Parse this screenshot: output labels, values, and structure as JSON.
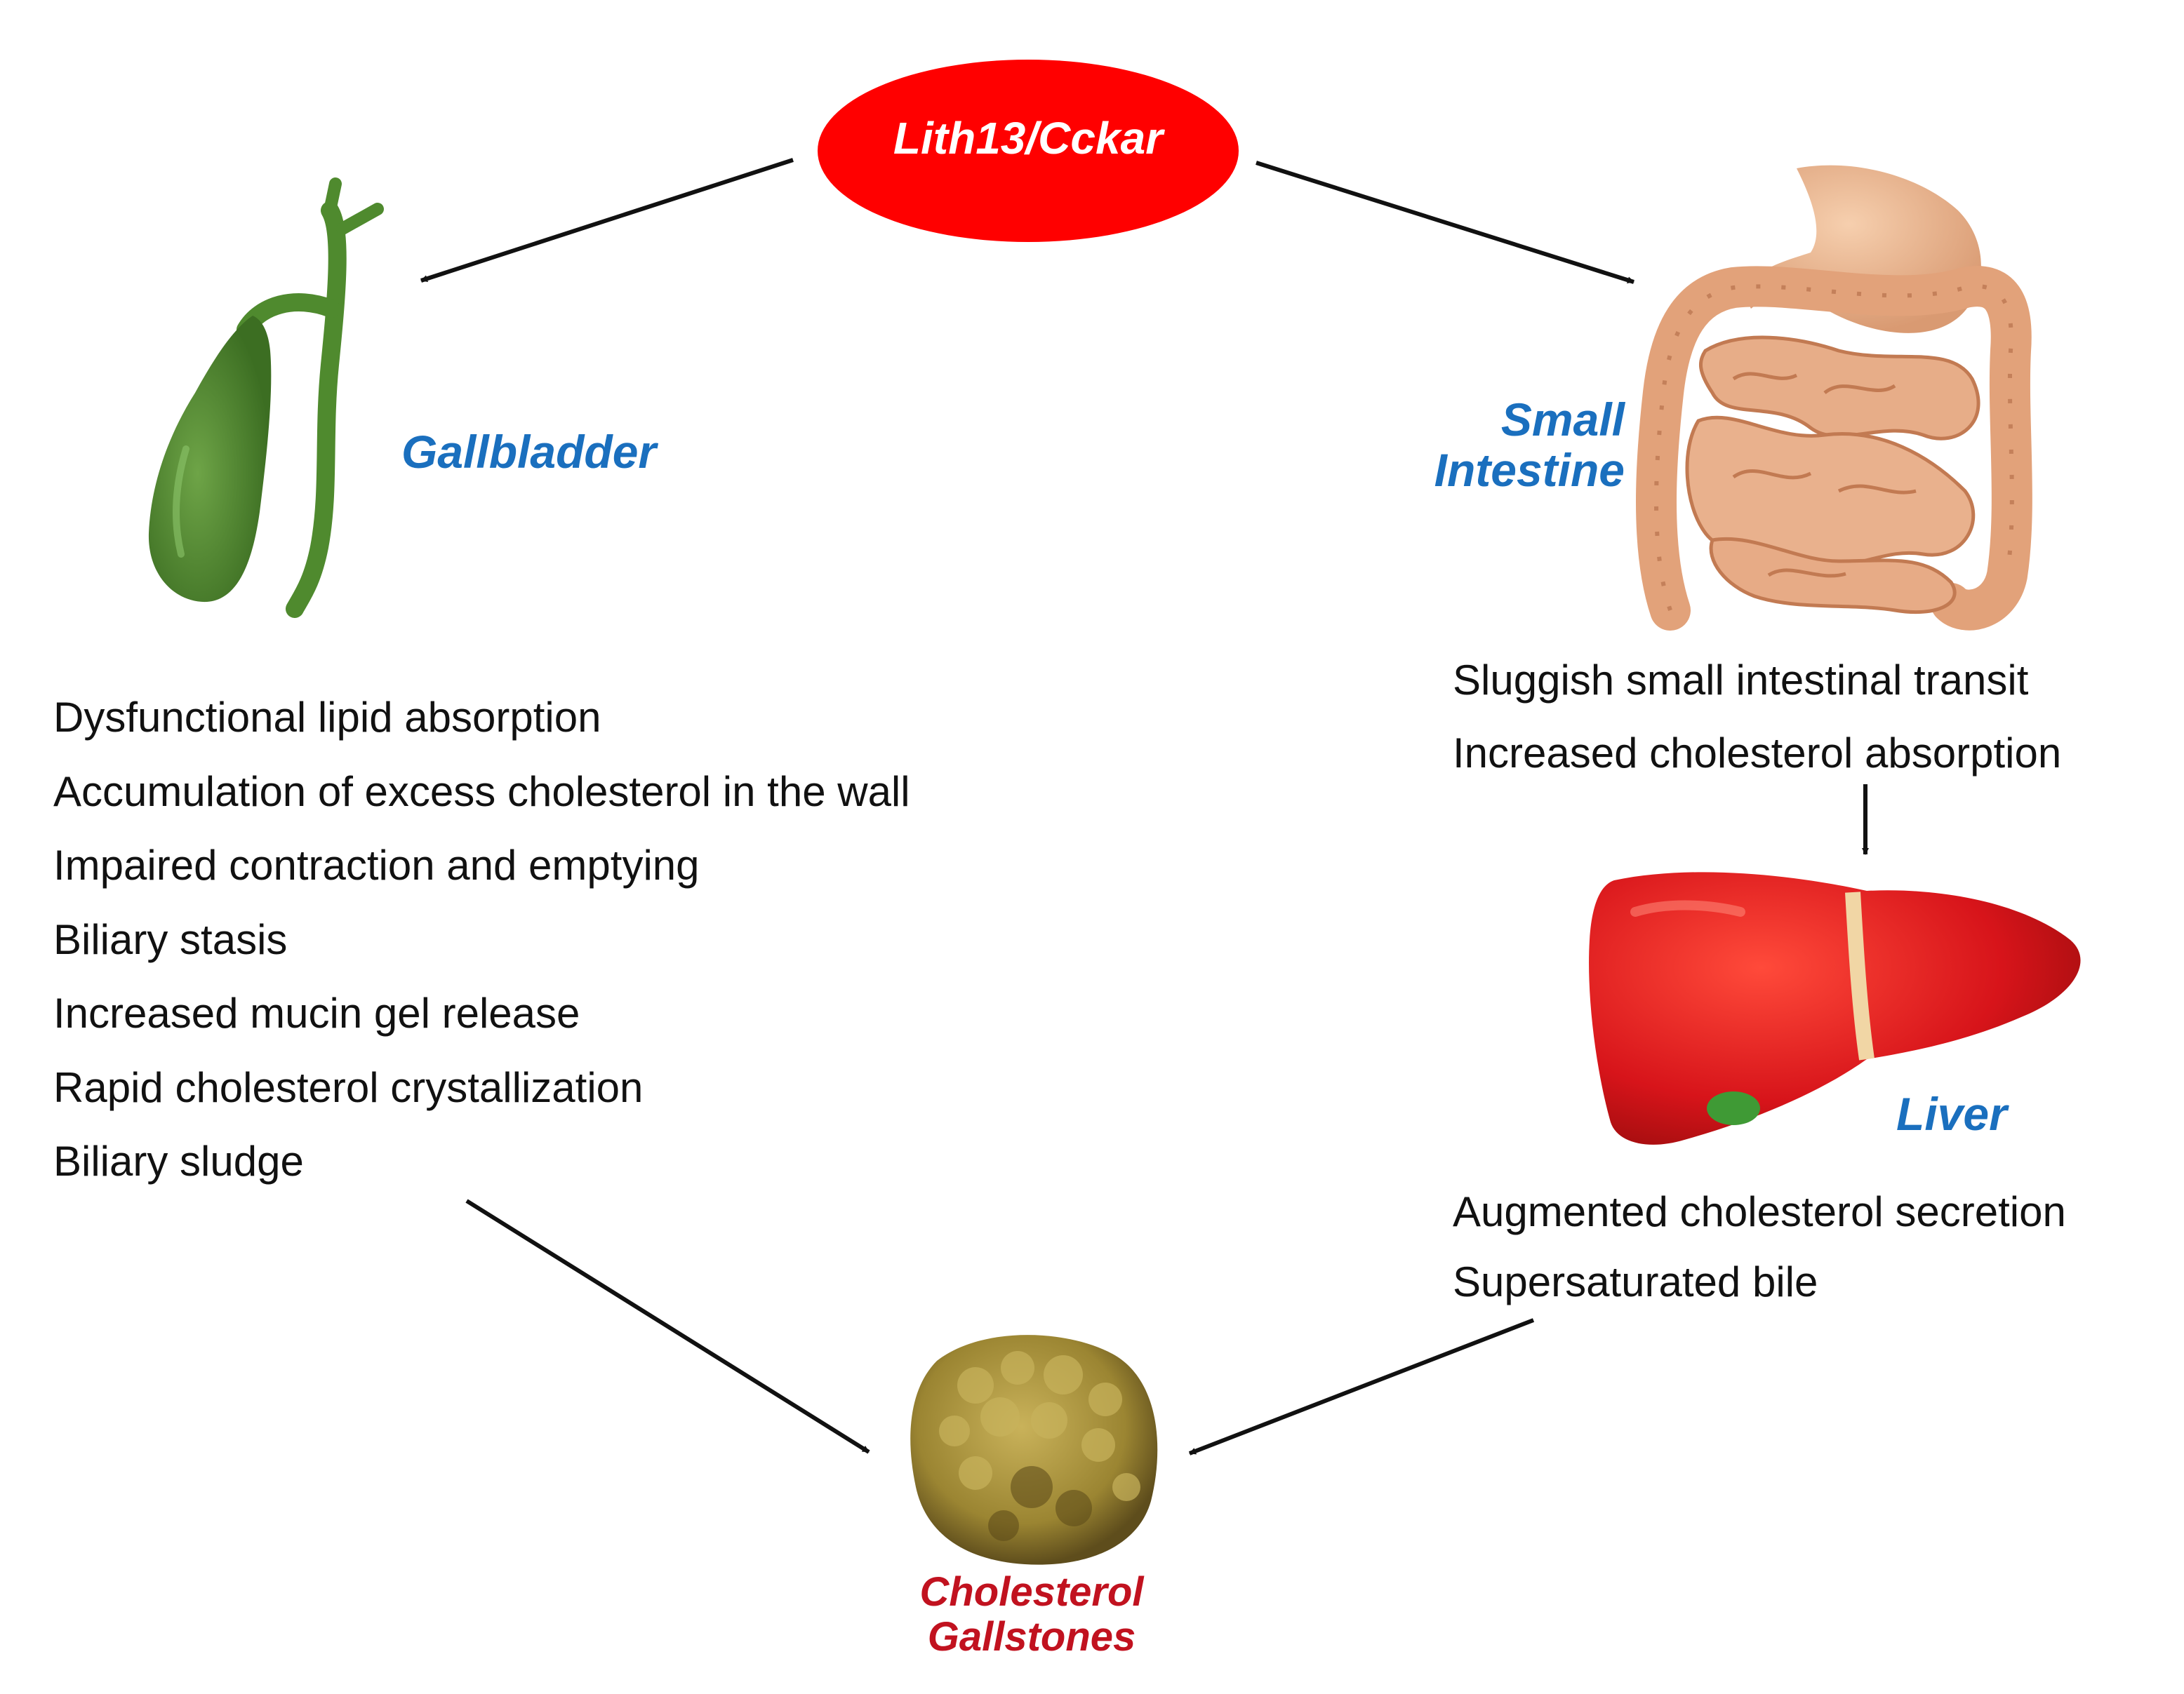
{
  "hub": {
    "label": "Lith13/Cckar"
  },
  "gallbladder": {
    "label": "Gallbladder",
    "effects": [
      "Dysfunctional lipid absorption",
      "Accumulation  of excess cholesterol in the wall",
      "Impaired contraction and emptying",
      "Biliary stasis",
      "Increased mucin gel release",
      "Rapid cholesterol crystallization",
      "Biliary sludge"
    ]
  },
  "small_intestine": {
    "label_line1": "Small",
    "label_line2": "Intestine",
    "effects": [
      "Sluggish small intestinal transit",
      "Increased cholesterol absorption"
    ]
  },
  "liver": {
    "label": "Liver",
    "effects": [
      "Augmented  cholesterol secretion",
      "Supersaturated bile"
    ]
  },
  "outcome": {
    "label_line1": "Cholesterol",
    "label_line2": "Gallstones"
  },
  "colors": {
    "hub_fill": "#ff0000",
    "organ_label": "#1a6fbe",
    "outcome_label": "#c1121f",
    "gallbladder": "#4f8a2e",
    "intestine": "#e2a27a",
    "liver": "#e31b1b",
    "gallstone": "#a8913a"
  },
  "icons": [
    "gallbladder-image",
    "intestine-image",
    "liver-image",
    "gallstone-image"
  ]
}
